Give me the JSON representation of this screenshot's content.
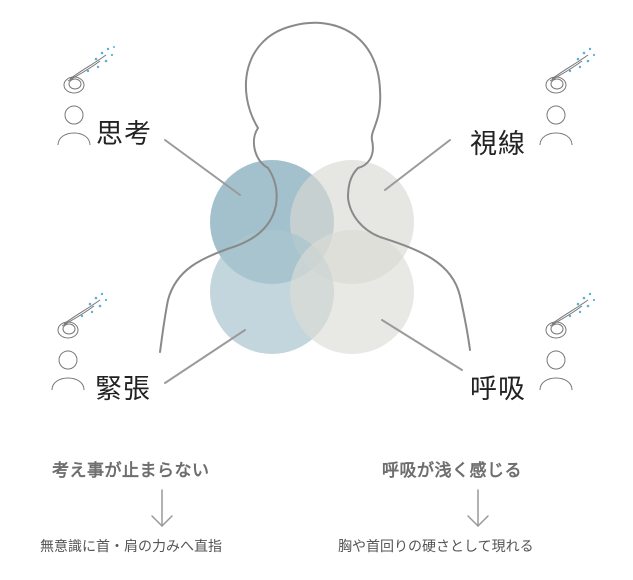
{
  "labels": {
    "top_left": "思考",
    "top_right": "視線",
    "bottom_left": "緊張",
    "bottom_right": "呼吸"
  },
  "captions": {
    "left_heading": "考え事が止まらない",
    "right_heading": "呼吸が浅く感じる",
    "left_note": "無意識に首・肩の力みへ直指",
    "right_note": "胸や首回りの硬さとして現れる"
  },
  "colors": {
    "blue_circle": "#7fa9b8",
    "gray_circle": "#d9d9d2",
    "outline": "#8a8a8a",
    "dots": "#5bb0d8"
  }
}
